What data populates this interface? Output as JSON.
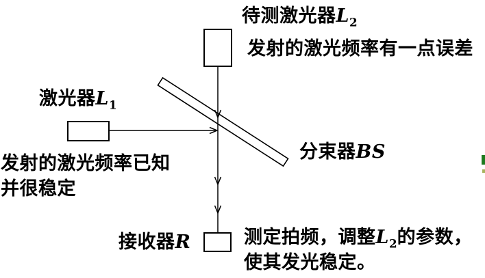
{
  "labels": {
    "l2_title": {
      "prefix": "待测激光器",
      "sym": "L",
      "sub": "2"
    },
    "l2_note": "发射的激光频率有一点误差",
    "l1_title": {
      "prefix": "激光器",
      "sym": "L",
      "sub": "1"
    },
    "l1_note": {
      "line1": "发射的激光频率已知",
      "line2": "并很稳定"
    },
    "bs_label": {
      "prefix": "分束器",
      "sym": "BS"
    },
    "receiver_label": {
      "prefix": "接收器",
      "sym": "R"
    },
    "receiver_note": {
      "line1_part1": "测定拍频，调整",
      "line1_sym": "L",
      "line1_sub": "2",
      "line1_part2": "的参数，",
      "line2": "使其发光稳定。"
    }
  },
  "icons": {
    "arrows": [
      "arrow-down-icon",
      "arrow-right-icon",
      "arrow-down-icon",
      "arrow-down-icon"
    ]
  },
  "colors": {
    "ink": "#000000",
    "background": "#ffffff",
    "edge_artifact_dark_green": "#1e7a1e",
    "edge_artifact_light_green": "#a8b35e"
  }
}
